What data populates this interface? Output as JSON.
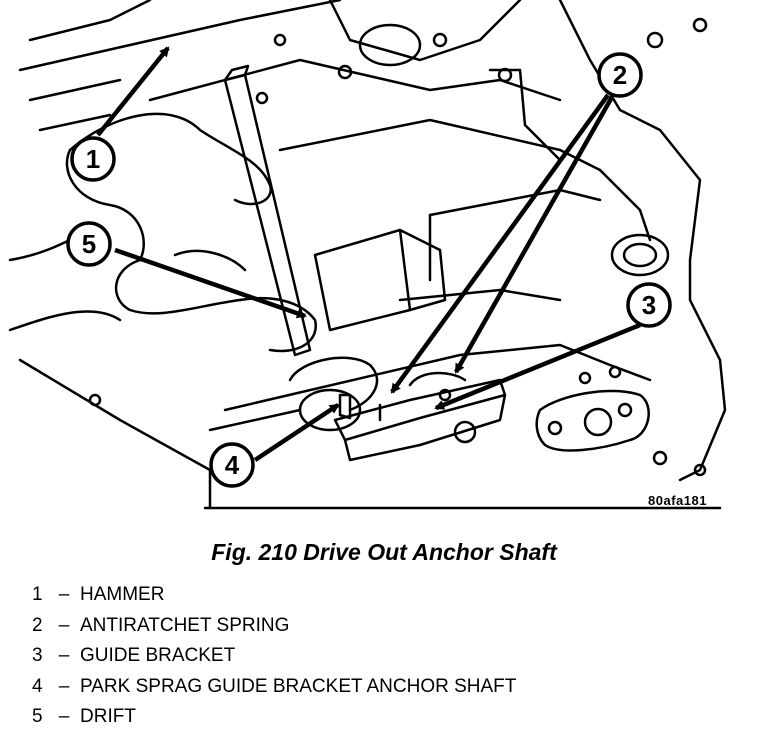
{
  "figure": {
    "image_code": "80afa181",
    "caption": "Fig. 210 Drive Out Anchor Shaft"
  },
  "callouts": [
    {
      "number": "1"
    },
    {
      "number": "2"
    },
    {
      "number": "3"
    },
    {
      "number": "4"
    },
    {
      "number": "5"
    }
  ],
  "legend": [
    {
      "number": "1",
      "separator": "–",
      "text": "HAMMER"
    },
    {
      "number": "2",
      "separator": "–",
      "text": "ANTIRATCHET SPRING"
    },
    {
      "number": "3",
      "separator": "–",
      "text": "GUIDE BRACKET"
    },
    {
      "number": "4",
      "separator": "–",
      "text": "PARK SPRAG GUIDE BRACKET ANCHOR SHAFT"
    },
    {
      "number": "5",
      "separator": "–",
      "text": "DRIFT"
    }
  ]
}
